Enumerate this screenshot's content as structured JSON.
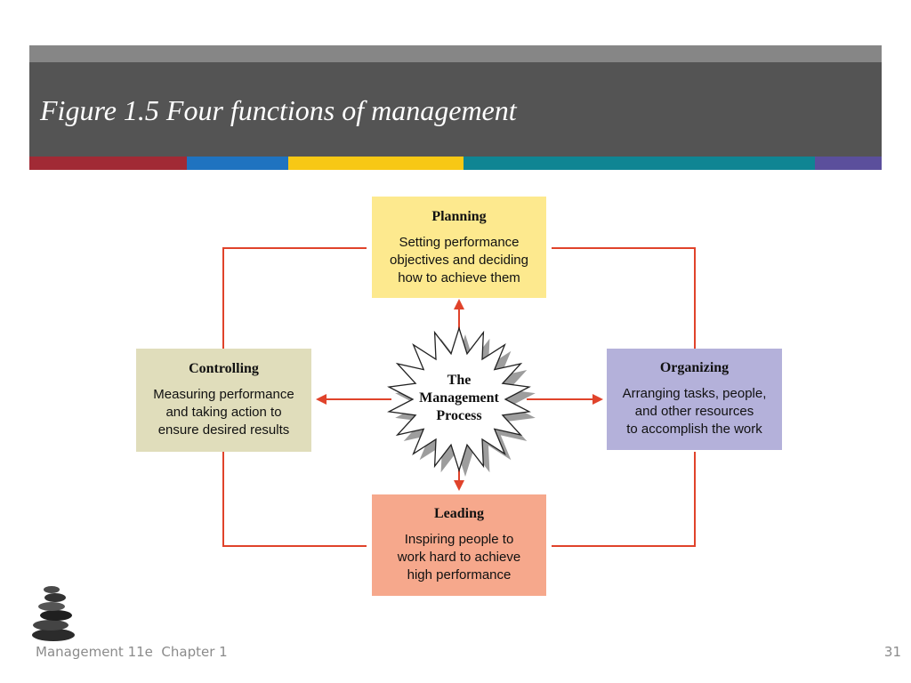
{
  "slide": {
    "title": "Figure 1.5 Four functions of management"
  },
  "colors": {
    "title_bar": "#545454",
    "title_bar_top": "#868686",
    "stripes": [
      "#a12a35",
      "#1f73c0",
      "#f7c815",
      "#0f8593",
      "#5b4f9c"
    ],
    "connector": "#e0432b",
    "planning_fill": "#fde98e",
    "controlling_fill": "#e0ddbb",
    "organizing_fill": "#b4b1da",
    "leading_fill": "#f6a88c"
  },
  "diagram": {
    "center": {
      "lines": [
        "The",
        "Management",
        "Process"
      ]
    },
    "functions": {
      "planning": {
        "title": "Planning",
        "lines": [
          "Setting performance",
          "objectives and deciding",
          "how to achieve them"
        ]
      },
      "controlling": {
        "title": "Controlling",
        "lines": [
          "Measuring performance",
          "and taking action to",
          "ensure desired results"
        ]
      },
      "organizing": {
        "title": "Organizing",
        "lines": [
          "Arranging tasks, people,",
          "and other resources",
          "to accomplish the work"
        ]
      },
      "leading": {
        "title": "Leading",
        "lines": [
          "Inspiring people to",
          "work hard to achieve",
          "high performance"
        ]
      }
    }
  },
  "footer": {
    "book": "Management 11e  Chapter 1",
    "page_number": "31"
  }
}
